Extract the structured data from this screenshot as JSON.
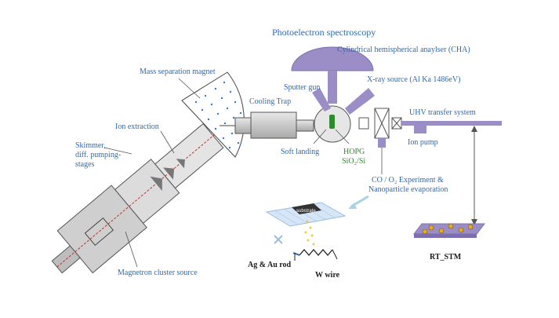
{
  "labels": {
    "photoelectron": "Photoelectron spectroscopy",
    "cha": "Cylindrical hemispherical anaylser (CHA)",
    "mass_magnet": "Mass separation magnet",
    "sputter_gun": "Sputter gun",
    "xray": "X-ray source (Al Ka 1486eV)",
    "cooling_trap": "Cooling Trap",
    "uhv": "UHV transfer system",
    "ion_extraction": "Ion extraction",
    "ion_pump": "Ion pump",
    "skimmer_1": "Skimmer,",
    "skimmer_2": "diff. pumping-",
    "skimmer_3": "stages",
    "soft_landing": "Soft landing",
    "hopg_1": "HOPG",
    "hopg_2": "SiO₂/Si",
    "co_o2_1": "CO / O₂ Experiment &",
    "co_o2_2": "Nanoparticle evaporation",
    "substrate": "substrate",
    "ag_au": "Ag & Au rod",
    "w_wire": "W wire",
    "rt_stm": "RT_STM",
    "magnetron": "Magnetron cluster source"
  },
  "colors": {
    "label_blue": "#2b6ab3",
    "chamber_purple": "#9b8ec6",
    "green": "#2e8b2e"
  }
}
